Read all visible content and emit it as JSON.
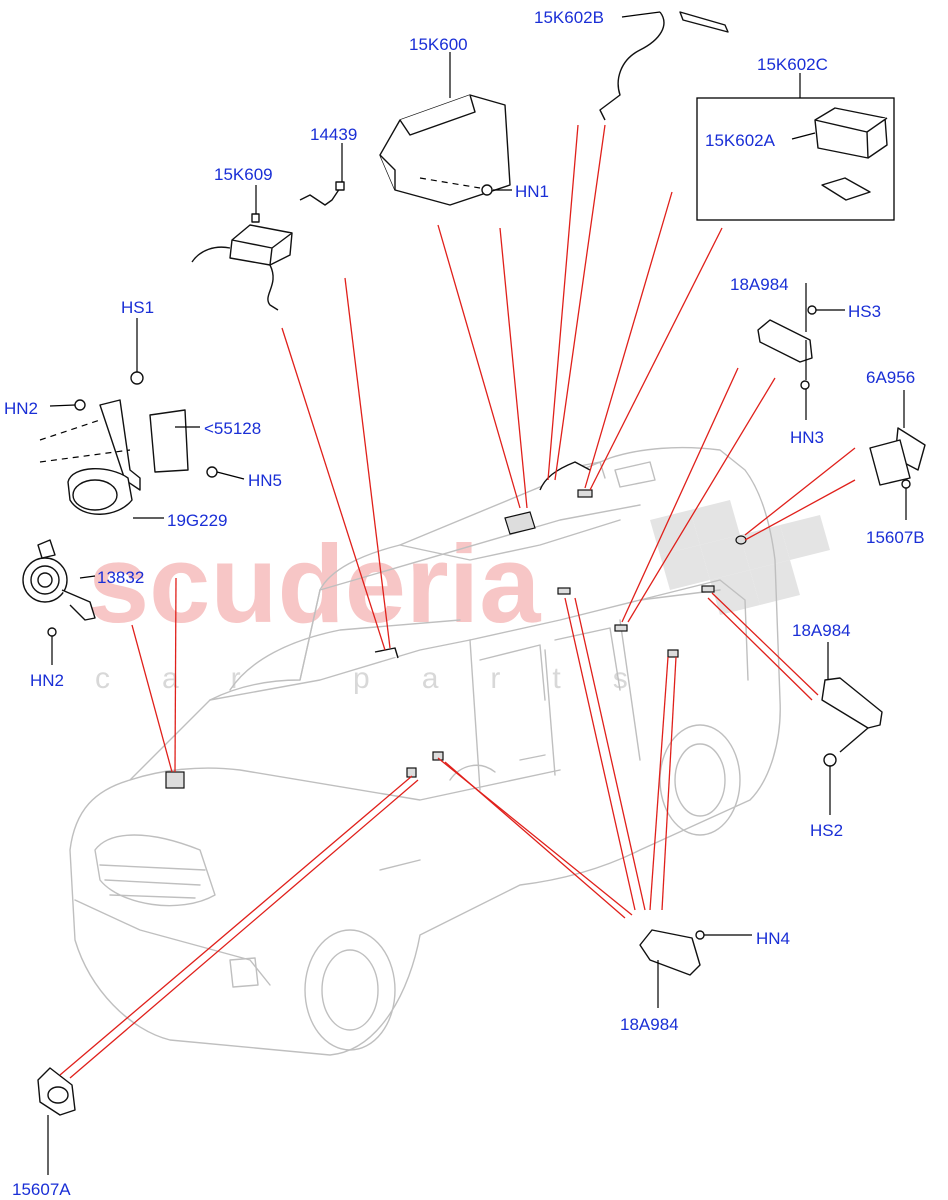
{
  "watermark": {
    "brand": "scuderia",
    "sub": "car parts"
  },
  "labels": {
    "l_15K602B": "15K602B",
    "l_15K600": "15K600",
    "l_15K602C": "15K602C",
    "l_15K602A": "15K602A",
    "l_14439": "14439",
    "l_HN1": "HN1",
    "l_15K609": "15K609",
    "l_18A984_top": "18A984",
    "l_HS3": "HS3",
    "l_HS1": "HS1",
    "l_HN2_top": "HN2",
    "l_55128": "<55128",
    "l_HN5": "HN5",
    "l_19G229": "19G229",
    "l_HN3": "HN3",
    "l_6A956": "6A956",
    "l_15607B": "15607B",
    "l_13832": "13832",
    "l_HN2_bottom": "HN2",
    "l_18A984_right": "18A984",
    "l_HS2": "HS2",
    "l_HN4": "HN4",
    "l_18A984_bottom": "18A984",
    "l_15607A": "15607A"
  },
  "colors": {
    "label": "#1a2fd6",
    "callout_line": "#e0201b",
    "car_outline": "#bfbfbf"
  }
}
